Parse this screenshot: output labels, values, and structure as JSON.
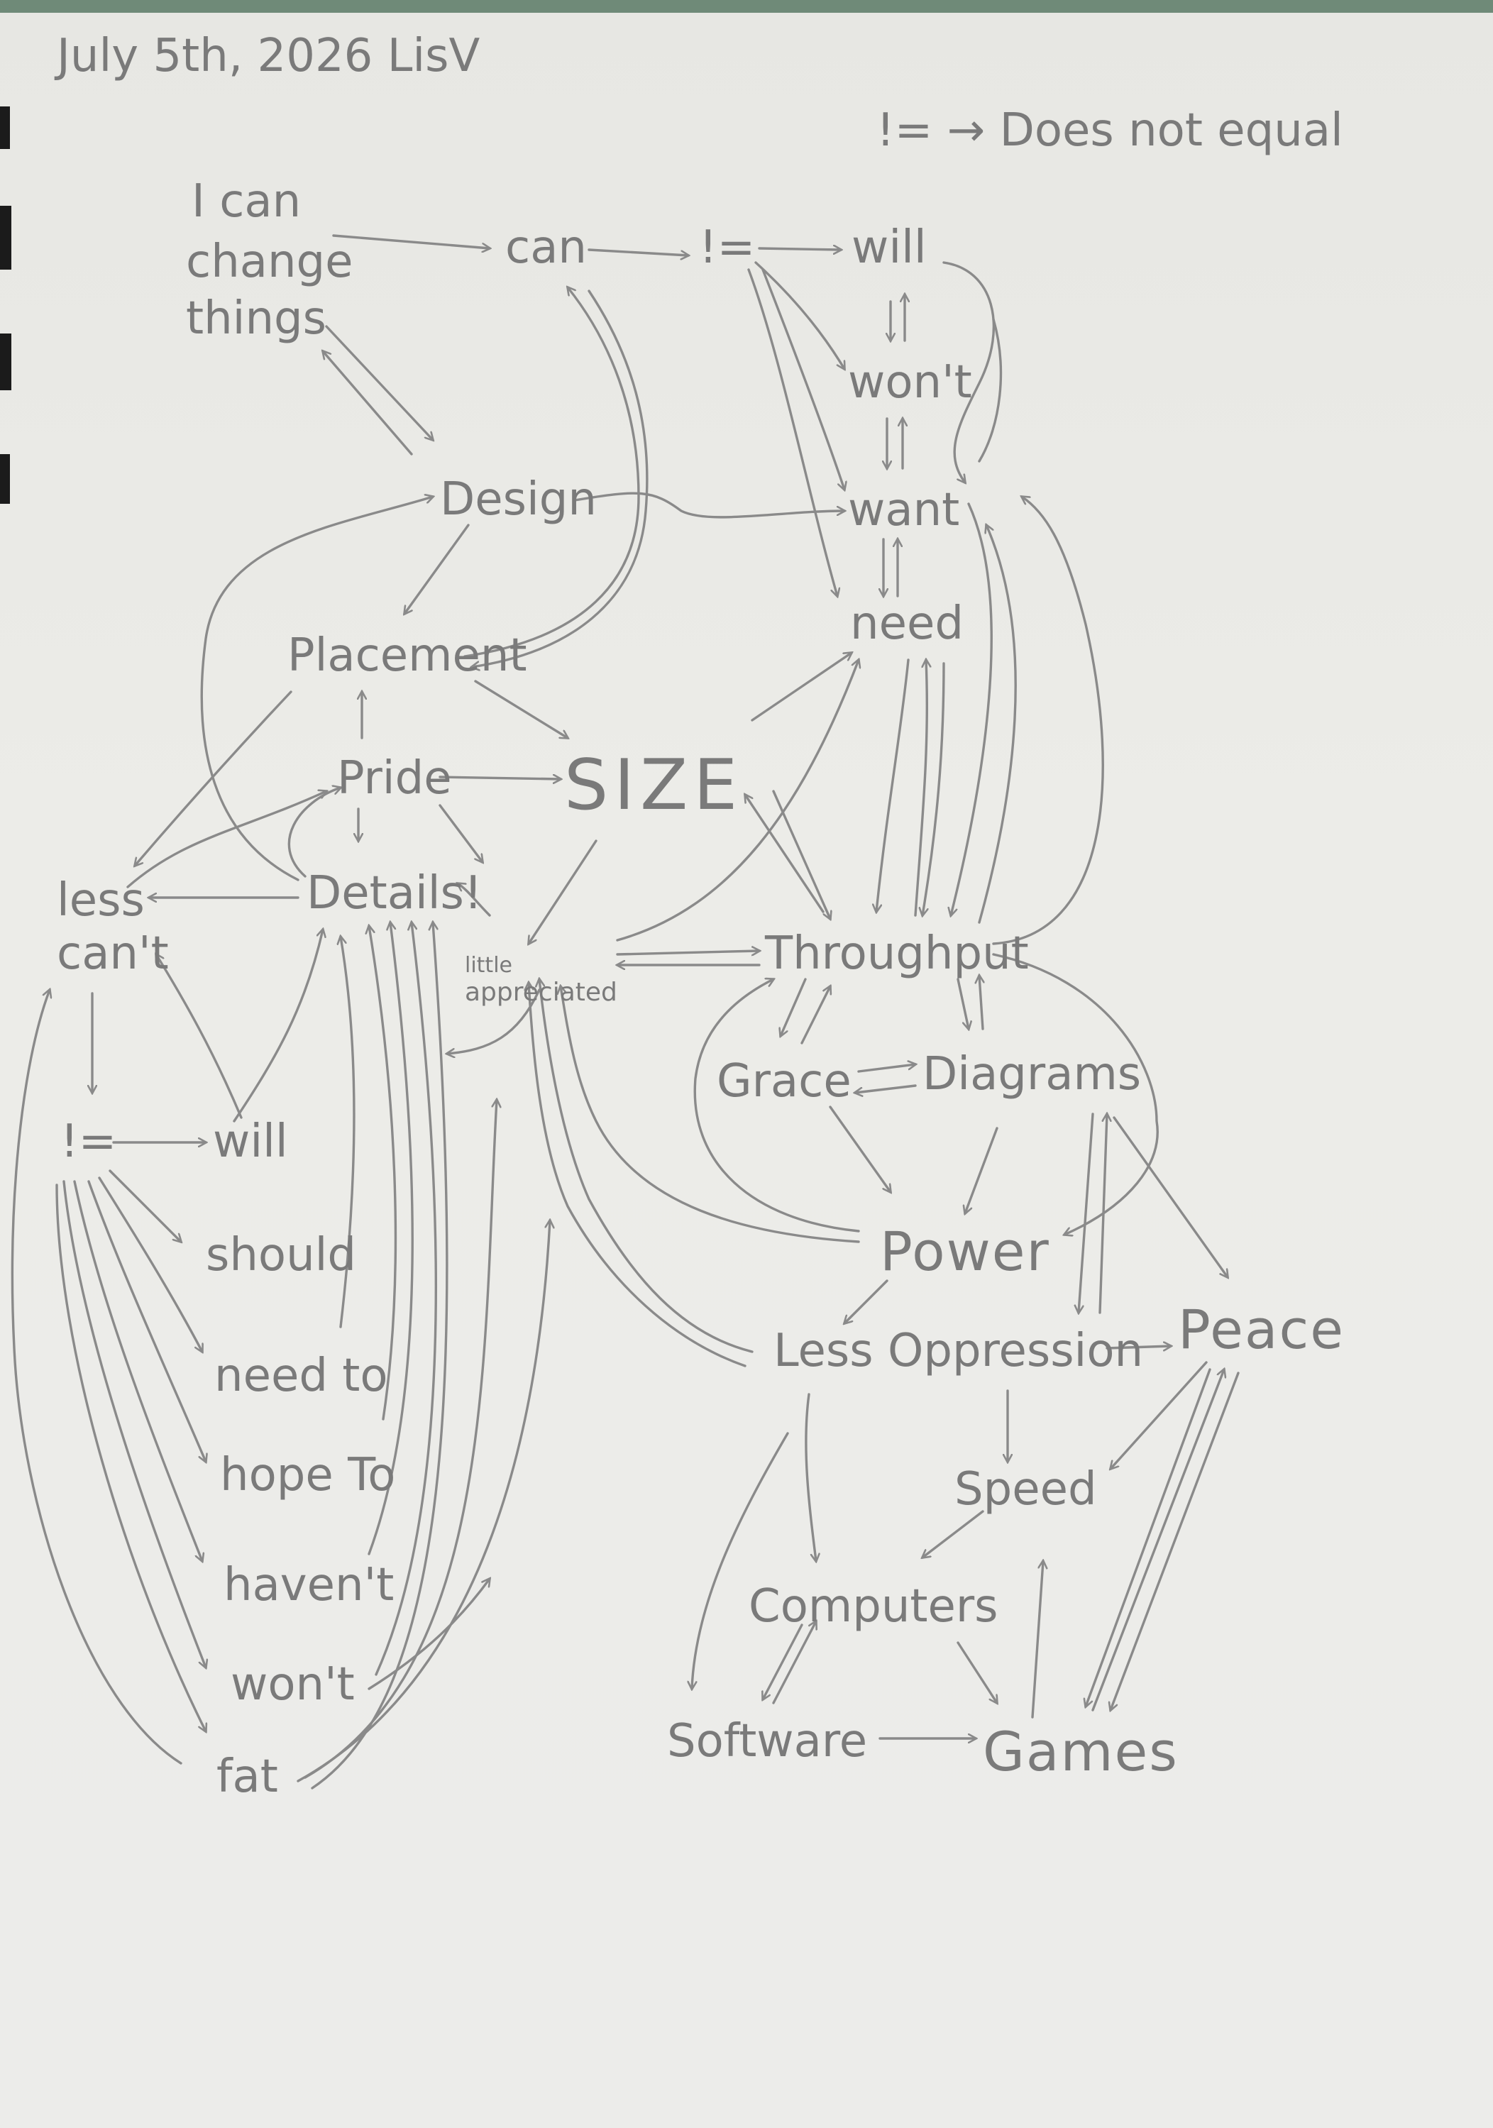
{
  "header": {
    "date_line": "July 5th, 2026 LisV",
    "legend": "!= → Does not equal"
  },
  "diagram": {
    "nodes": {
      "i_can": "I can",
      "change": "change",
      "things": "things",
      "can": "can",
      "neq_top": "!=",
      "will_top": "will",
      "wont_top": "won't",
      "want": "want",
      "need": "need",
      "design": "Design",
      "placement": "Placement",
      "pride": "Pride",
      "size": "SIZE",
      "details": "Details!",
      "less": "less",
      "cant": "can't",
      "little": "little",
      "appreciated": "appreciated",
      "throughput": "Throughput",
      "neq_left": "!=",
      "will_left": "will",
      "grace": "Grace",
      "diagrams": "Diagrams",
      "should": "should",
      "power": "Power",
      "need_to": "need to",
      "less_oppression": "Less Oppression",
      "peace": "Peace",
      "hope_to": "hope To",
      "speed": "Speed",
      "havent": "haven't",
      "computers": "Computers",
      "wont_left": "won't",
      "software": "Software",
      "games": "Games",
      "fat": "fat"
    }
  },
  "colors": {
    "paper": "#ececea",
    "pencil": "#8a8a8a",
    "background": "#6f8a78"
  }
}
